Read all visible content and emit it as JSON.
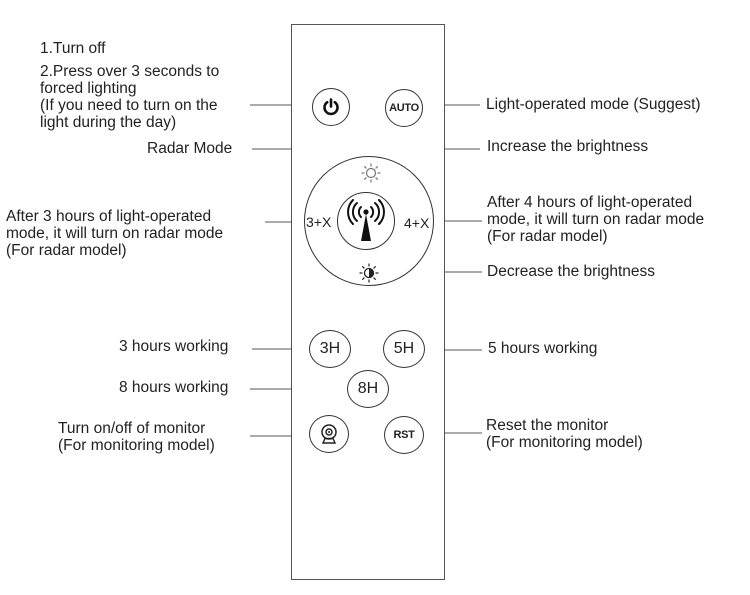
{
  "labels": {
    "turn_off_1": "1.Turn off",
    "turn_off_2": "2.Press over 3 seconds to",
    "turn_off_3": "forced lighting",
    "turn_off_4": "(If you need to turn on the",
    "turn_off_5": "light during the day)",
    "radar_mode": "Radar Mode",
    "after3_1": "After 3 hours of light-operated",
    "after3_2": "mode, it will turn on radar mode",
    "after3_3": "(For radar model)",
    "three_hours": "3 hours working",
    "eight_hours": "8 hours working",
    "monitor_1": "Turn on/off of monitor",
    "monitor_2": "(For monitoring model)",
    "light_mode": "Light-operated mode (Suggest)",
    "increase": "Increase the brightness",
    "after4_1": "After 4 hours of light-operated",
    "after4_2": "mode, it will turn on radar mode",
    "after4_3": "(For radar model)",
    "decrease": "Decrease the brightness",
    "five_hours": "5 hours working",
    "reset_1": "Reset the monitor",
    "reset_2": "(For monitoring model)"
  },
  "buttons": {
    "auto": "AUTO",
    "three_x": "3+X",
    "four_x": "4+X",
    "h3": "3H",
    "h5": "5H",
    "h8": "8H",
    "rst": "RST"
  },
  "icons": {
    "power": "power-icon",
    "radar": "radar-antenna-icon",
    "increase": "sun-outline-icon",
    "decrease": "sun-half-icon",
    "monitor": "webcam-icon"
  }
}
